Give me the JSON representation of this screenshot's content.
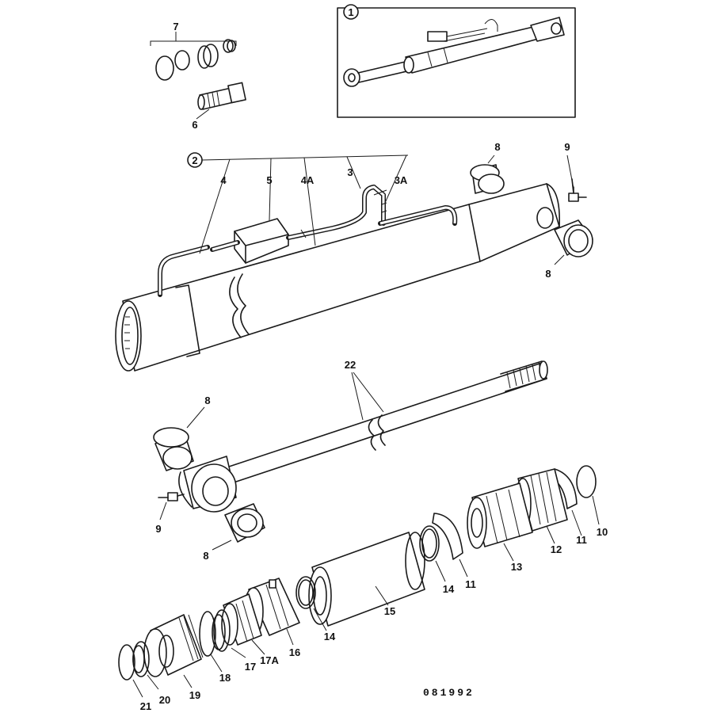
{
  "labels": {
    "l1": "1",
    "l2": "2",
    "l3": "3",
    "l3a": "3A",
    "l4": "4",
    "l4a": "4A",
    "l5": "5",
    "l6": "6",
    "l7": "7",
    "l8a": "8",
    "l8b": "8",
    "l8c": "8",
    "l8d": "8",
    "l9a": "9",
    "l9b": "9",
    "l10": "10",
    "l11a": "11",
    "l11b": "11",
    "l12": "12",
    "l13": "13",
    "l14a": "14",
    "l14b": "14",
    "l15": "15",
    "l16": "16",
    "l17": "17",
    "l17a": "17A",
    "l18": "18",
    "l19": "19",
    "l20": "20",
    "l21": "21",
    "l22": "22"
  },
  "drawing_number": "081992",
  "colors": {
    "ink": "#1a1a1a",
    "paper": "#ffffff"
  }
}
